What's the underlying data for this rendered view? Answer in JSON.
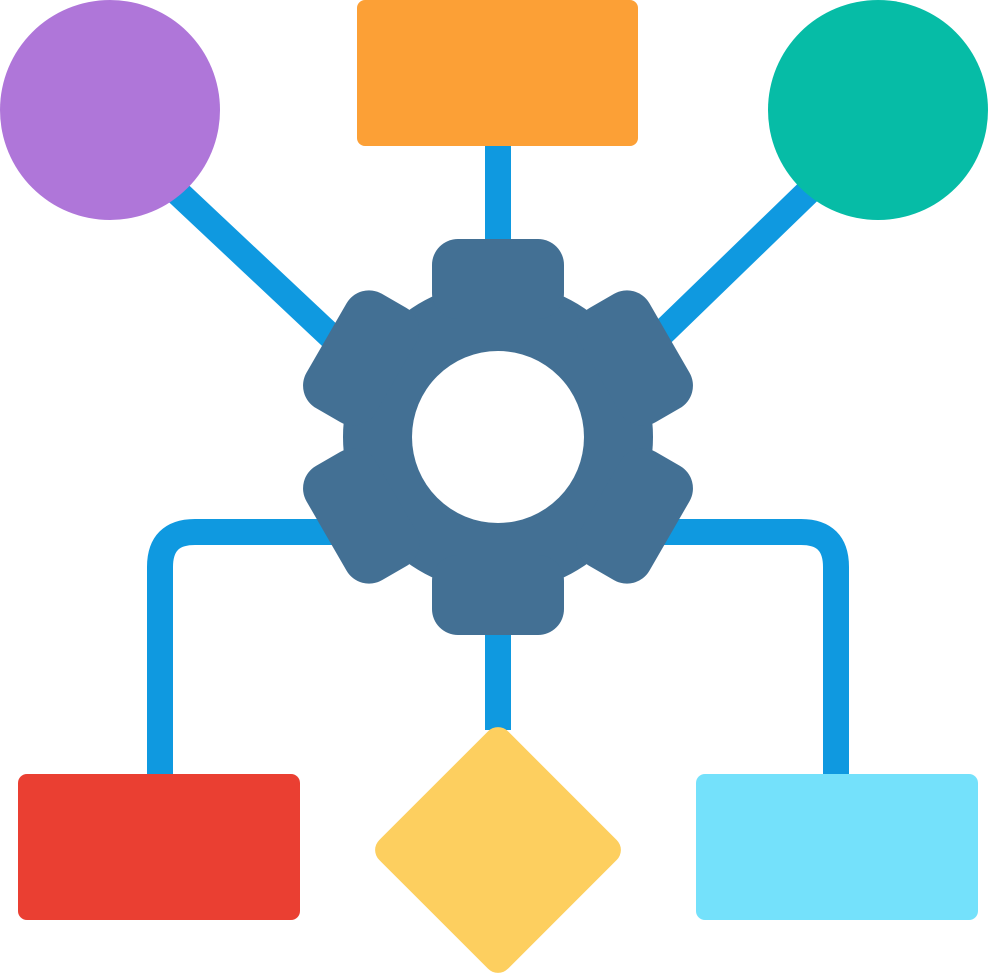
{
  "colors": {
    "background": "#ffffff",
    "connector": "#0f99e0",
    "gear": "#437094",
    "gear_hole": "#ffffff",
    "top_left_circle": "#af76d9",
    "top_center_rect": "#fca036",
    "top_right_circle": "#06bca6",
    "bottom_left_rect": "#ea3f32",
    "bottom_center_diamond": "#fdcf5f",
    "bottom_right_rect": "#74e1fb"
  },
  "icons": {
    "hub": "gear-icon",
    "top_left": "circle-node",
    "top_center": "rectangle-node",
    "top_right": "circle-node",
    "bottom_left": "rectangle-node",
    "bottom_center": "diamond-node",
    "bottom_right": "rectangle-node"
  }
}
